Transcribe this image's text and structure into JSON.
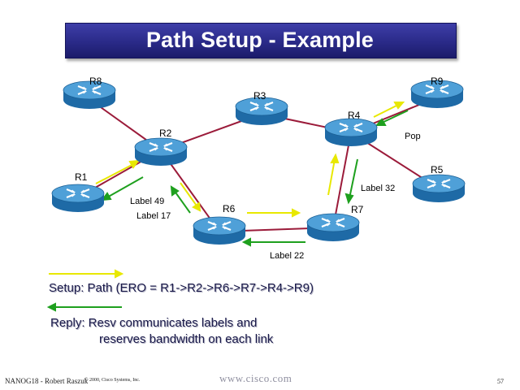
{
  "slide": {
    "title": "Path Setup - Example",
    "footer_left": "NANOG18 - Robert Raszuk",
    "footer_copy": "© 2000, Cisco Systems, Inc.",
    "footer_url": "www.cisco.com",
    "page_number": "57"
  },
  "routers": {
    "r1": "R1",
    "r2": "R2",
    "r3": "R3",
    "r4": "R4",
    "r5": "R5",
    "r6": "R6",
    "r7": "R7",
    "r8": "R8",
    "r9": "R9"
  },
  "labels": {
    "label49": "Label 49",
    "label17": "Label 17",
    "label32": "Label 32",
    "label22": "Label 22",
    "pop": "Pop"
  },
  "legend": {
    "setup": "Setup: Path (ERO = R1->R2->R6->R7->R4->R9)",
    "reply_line1": "Reply: Resv communicates labels and",
    "reply_line2": "reserves bandwidth on each link"
  },
  "colors": {
    "link": "#9b1b3a",
    "router_top": "#4fa0d8",
    "router_side": "#1e6aa6",
    "setup_arrow": "#e8e800",
    "reply_arrow": "#1ea01e",
    "title_bar": "#2a2a88"
  }
}
